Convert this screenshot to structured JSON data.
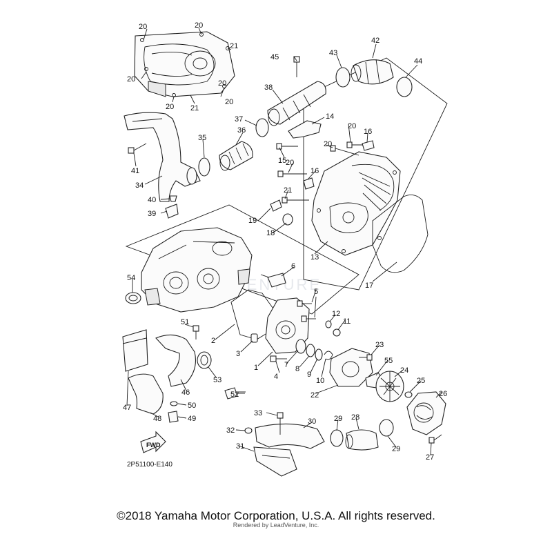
{
  "diagram": {
    "code": "2P51100-E140",
    "fwd_label": "FWD",
    "watermark": "VENTURE",
    "copyright": "©2018 Yamaha Motor Corporation, U.S.A. All rights reserved.",
    "rendered_by": "Rendered by LeadVenture, Inc."
  },
  "callouts": [
    "20",
    "20",
    "21",
    "20",
    "20",
    "21",
    "20",
    "20",
    "45",
    "42",
    "43",
    "44",
    "38",
    "37",
    "14",
    "36",
    "35",
    "41",
    "34",
    "40",
    "39",
    "20",
    "16",
    "20",
    "15",
    "20",
    "16",
    "21",
    "19",
    "18",
    "13",
    "17",
    "6",
    "54",
    "5",
    "12",
    "11",
    "51",
    "2",
    "3",
    "1",
    "7",
    "8",
    "9",
    "10",
    "4",
    "23",
    "55",
    "22",
    "24",
    "25",
    "26",
    "53",
    "46",
    "52",
    "47",
    "48",
    "50",
    "49",
    "33",
    "30",
    "29",
    "28",
    "32",
    "31",
    "29",
    "27"
  ]
}
